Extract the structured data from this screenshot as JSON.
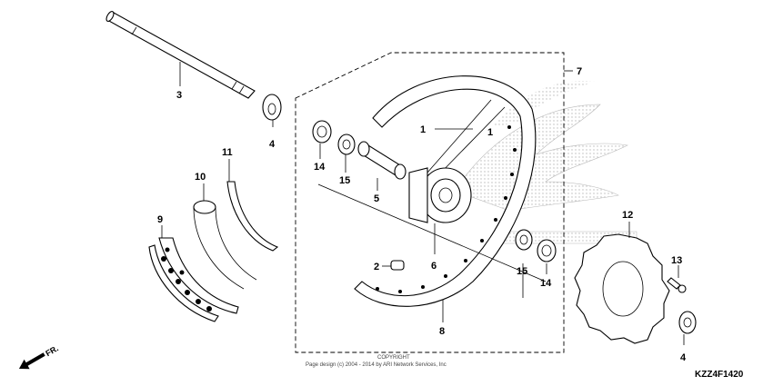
{
  "diagram": {
    "parts": [
      {
        "id": "p1a",
        "label": "1",
        "name": "spoke"
      },
      {
        "id": "p1b",
        "label": "1",
        "name": "spoke"
      },
      {
        "id": "p2",
        "label": "2",
        "name": "valve-cap"
      },
      {
        "id": "p3",
        "label": "3",
        "name": "front-axle"
      },
      {
        "id": "p4a",
        "label": "4",
        "name": "collar"
      },
      {
        "id": "p4b",
        "label": "4",
        "name": "collar"
      },
      {
        "id": "p5",
        "label": "5",
        "name": "distance-collar"
      },
      {
        "id": "p6",
        "label": "6",
        "name": "hub"
      },
      {
        "id": "p7",
        "label": "7",
        "name": "wheel-assembly"
      },
      {
        "id": "p8",
        "label": "8",
        "name": "rim"
      },
      {
        "id": "p9",
        "label": "9",
        "name": "tire"
      },
      {
        "id": "p10",
        "label": "10",
        "name": "tube"
      },
      {
        "id": "p11",
        "label": "11",
        "name": "rim-band"
      },
      {
        "id": "p12",
        "label": "12",
        "name": "brake-disc"
      },
      {
        "id": "p13",
        "label": "13",
        "name": "disc-bolt"
      },
      {
        "id": "p14a",
        "label": "14",
        "name": "bearing"
      },
      {
        "id": "p14b",
        "label": "14",
        "name": "bearing"
      },
      {
        "id": "p15a",
        "label": "15",
        "name": "dust-seal"
      },
      {
        "id": "p15b",
        "label": "15",
        "name": "dust-seal"
      }
    ],
    "direction_label": "FR.",
    "diagram_code": "KZZ4F1420",
    "copyright_line1": "COPYRIGHT",
    "copyright_line2": "Page design (c) 2004 - 2014 by ARI Network Services, Inc"
  },
  "colors": {
    "line": "#000000",
    "background": "#ffffff",
    "watermark": "#b8b8b8"
  }
}
